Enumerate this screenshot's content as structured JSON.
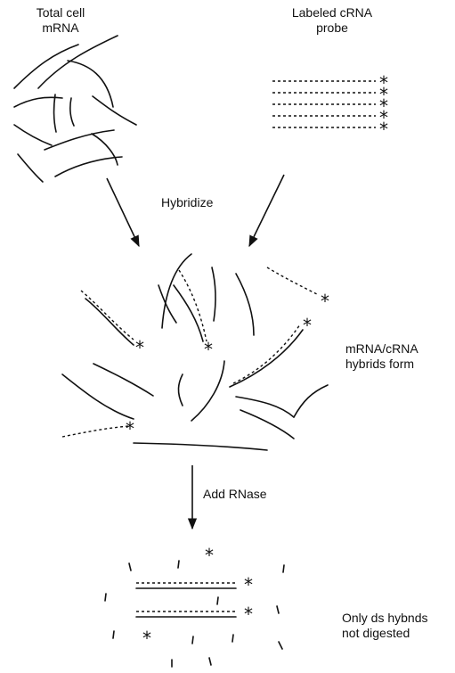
{
  "labels": {
    "total_mrna": [
      "Total cell",
      "mRNA"
    ],
    "labeled_probe": [
      "Labeled cRNA",
      "probe"
    ],
    "hybridize": "Hybridize",
    "hybrids_form": [
      "mRNA/cRNA",
      "hybrids form"
    ],
    "add_rnase": "Add RNase",
    "only_ds": [
      "Only ds hybnds",
      "not digested"
    ]
  },
  "marker": "*"
}
